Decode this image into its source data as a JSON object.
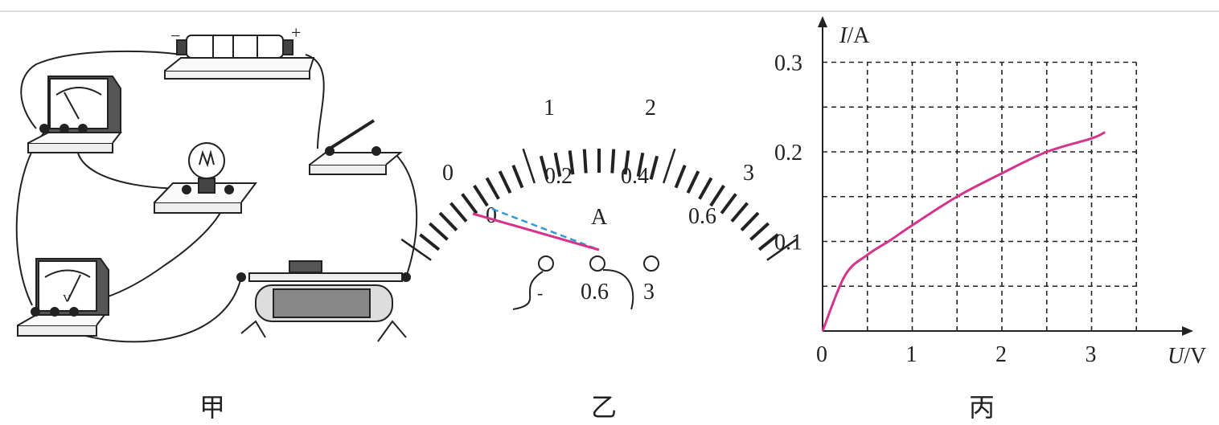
{
  "captions": {
    "left": "甲",
    "middle": "乙",
    "right": "丙"
  },
  "battery": {
    "minus": "−",
    "plus": "+"
  },
  "voltmeter_letter": "V",
  "ammeter": {
    "unit": "A",
    "top_scale": [
      "0",
      "1",
      "2",
      "3"
    ],
    "bottom_scale": [
      "0",
      "0.2",
      "0.4",
      "0.6"
    ],
    "terminals": [
      "-",
      "0.6",
      "3"
    ]
  },
  "colors": {
    "curve": "#d6338a",
    "needle_dashed": "#2e9bd6",
    "ink": "#222222"
  },
  "graph": {
    "y_axis_var": "I",
    "y_axis_unit": "/A",
    "x_axis_var": "U",
    "x_axis_unit": "/V",
    "y_ticks": [
      "0.3",
      "0.2",
      "0.1"
    ],
    "x_ticks": [
      "0",
      "1",
      "2",
      "3"
    ]
  },
  "chart_data": {
    "type": "line",
    "x": [
      0,
      0.25,
      0.5,
      0.75,
      1.0,
      1.5,
      2.0,
      2.5,
      3.0,
      3.15
    ],
    "series": [
      {
        "values": [
          0,
          0.062,
          0.085,
          0.101,
          0.118,
          0.15,
          0.176,
          0.2,
          0.215,
          0.222
        ]
      }
    ],
    "xlim": [
      0,
      3.5
    ],
    "ylim": [
      0,
      0.3
    ],
    "grid": true
  }
}
